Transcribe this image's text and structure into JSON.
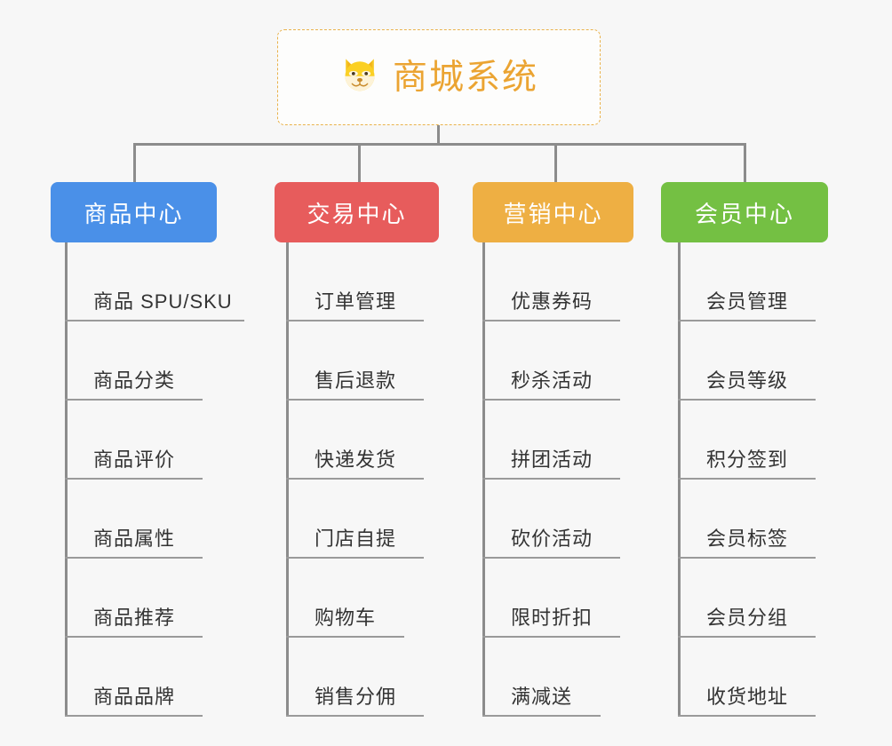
{
  "page": {
    "background": "#f7f7f7",
    "connector_color": "#8c8c8c"
  },
  "root": {
    "title": "商城系统",
    "icon": "dog-face-icon",
    "border_color": "#e9b24c",
    "text_color": "#eba432"
  },
  "columns": [
    {
      "title": "商品中心",
      "color": "#4a90e8",
      "items": [
        "商品 SPU/SKU",
        "商品分类",
        "商品评价",
        "商品属性",
        "商品推荐",
        "商品品牌"
      ]
    },
    {
      "title": "交易中心",
      "color": "#e75c5c",
      "items": [
        "订单管理",
        "售后退款",
        "快递发货",
        "门店自提",
        "购物车",
        "销售分佣"
      ]
    },
    {
      "title": "营销中心",
      "color": "#eeaf43",
      "items": [
        "优惠券码",
        "秒杀活动",
        "拼团活动",
        "砍价活动",
        "限时折扣",
        "满减送"
      ]
    },
    {
      "title": "会员中心",
      "color": "#74c043",
      "items": [
        "会员管理",
        "会员等级",
        "积分签到",
        "会员标签",
        "会员分组",
        "收货地址"
      ]
    }
  ]
}
